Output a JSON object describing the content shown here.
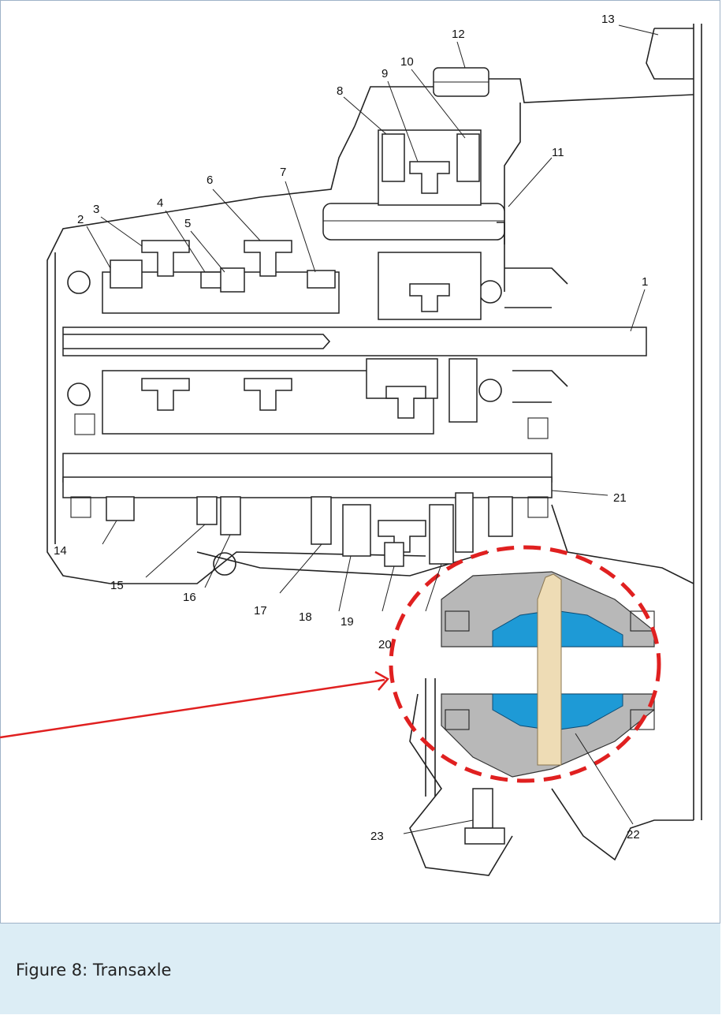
{
  "figure": {
    "caption": "Figure 8: Transaxle",
    "callouts": [
      "1",
      "2",
      "3",
      "4",
      "5",
      "6",
      "7",
      "8",
      "9",
      "10",
      "11",
      "12",
      "13",
      "14",
      "15",
      "16",
      "17",
      "18",
      "19",
      "20",
      "21",
      "22",
      "23"
    ]
  },
  "colors": {
    "highlight_circle": "#e02020",
    "differential_gear": "#1e9ad6",
    "differential_case": "#b8b8b8",
    "pinion_shaft": "#eedcb5",
    "caption_background": "#dcedf5"
  }
}
